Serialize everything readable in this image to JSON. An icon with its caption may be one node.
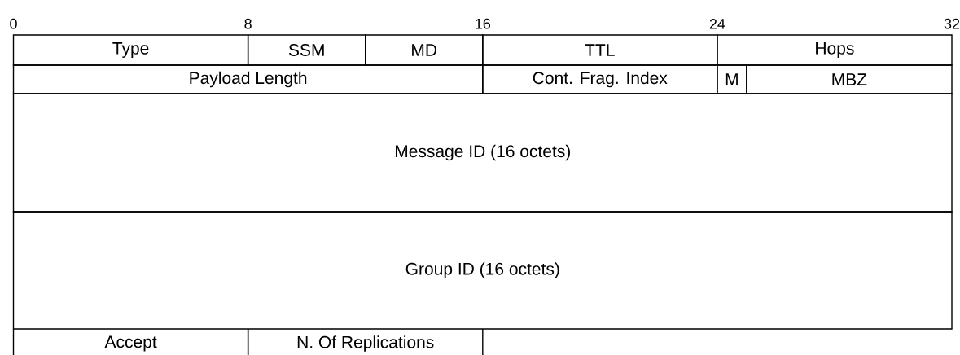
{
  "diagram": {
    "nodes": [
      {
        "text": [
          "Type"
        ]
      },
      {
        "text": [
          "SSM"
        ]
      },
      {
        "text": [
          "MD"
        ]
      },
      {
        "text": [
          "TTL"
        ]
      },
      {
        "text": [
          "Hops"
        ]
      },
      {
        "text": [
          "Payload Length"
        ]
      },
      {
        "text": [
          "Cont. Frag. Index"
        ]
      },
      {
        "text": [
          "M"
        ]
      },
      {
        "text": [
          "MBZ"
        ]
      },
      {
        "text": [
          "Message ID (16 octets)"
        ]
      },
      {
        "text": [
          "Group ID (16 octets)"
        ]
      },
      {
        "text": [
          "Accept"
        ]
      },
      {
        "text": [
          "N. Of Replications"
        ]
      }
    ],
    "labels": [
      "0",
      "8",
      "16",
      "24",
      "32"
    ]
  }
}
